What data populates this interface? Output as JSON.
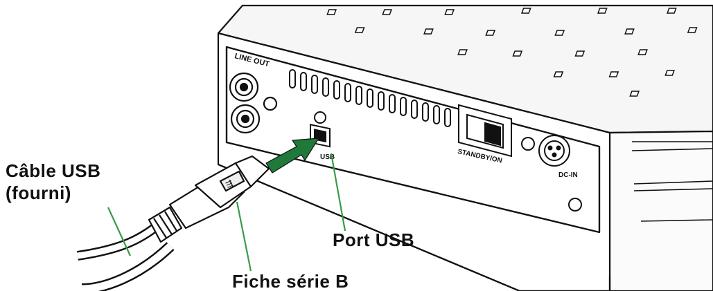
{
  "labels": {
    "cable_line1": "Câble USB",
    "cable_line2": "(fourni)",
    "port": "Port USB",
    "plug": "Fiche série B"
  },
  "device_labels": {
    "line_out": "LINE  OUT",
    "standby": "STANDBY/ON",
    "dc_in": "DC-IN",
    "usb_small": "USB"
  },
  "colors": {
    "leader_line": "#3a9a4a",
    "arrow": "#1f7a3a",
    "outline": "#111111"
  }
}
